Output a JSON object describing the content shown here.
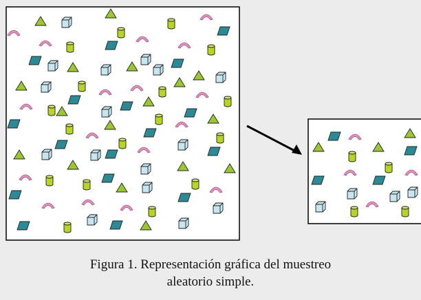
{
  "caption": {
    "line1": "Figura 1. Representación gráfica del muestreo",
    "line2": "aleatorio simple."
  },
  "colors": {
    "triangle": "#9bc832",
    "cylinder": "#b8d424",
    "cube": "#c7e6ef",
    "parallelogram": "#2a8a95",
    "arc": "#e592c0",
    "outline": "#222222",
    "box_border": "#111111",
    "arrow": "#000000"
  },
  "shape_types": [
    "triangle",
    "cylinder",
    "cube",
    "parallelogram",
    "arc"
  ]
}
